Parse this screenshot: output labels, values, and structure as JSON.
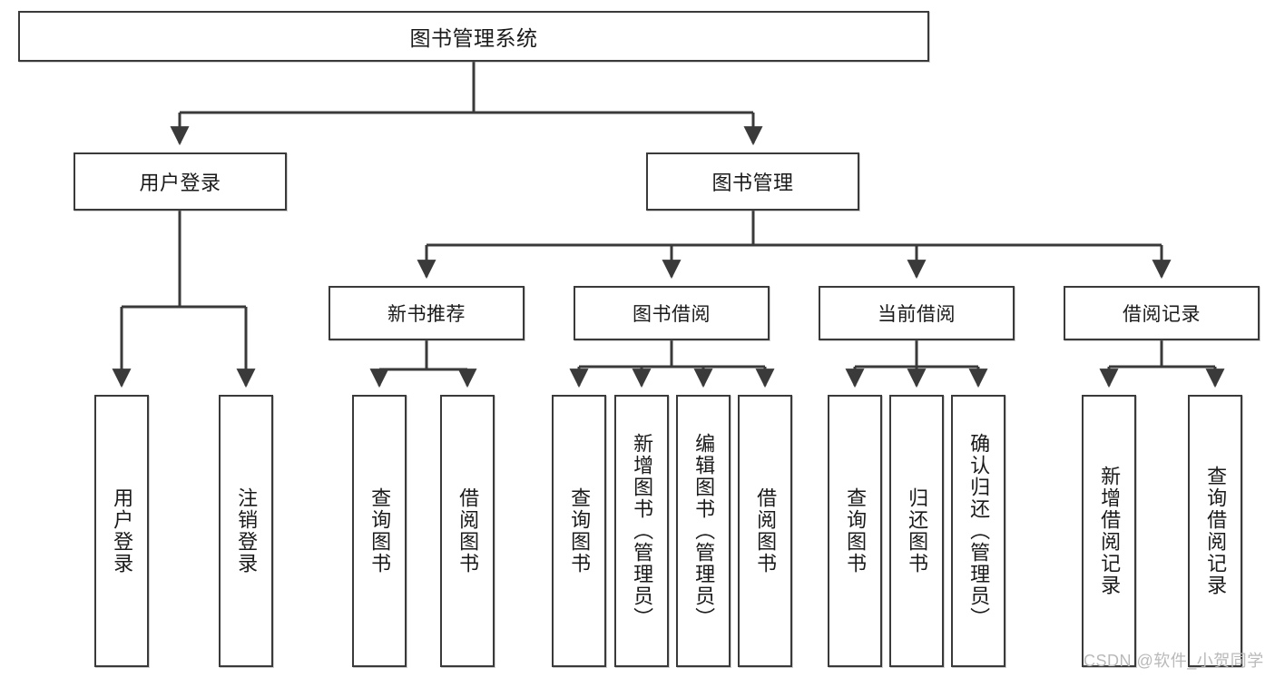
{
  "diagram": {
    "title": "图书管理系统",
    "type": "tree",
    "root": {
      "label": "图书管理系统"
    },
    "level2": [
      {
        "label": "用户登录"
      },
      {
        "label": "图书管理"
      }
    ],
    "level3": [
      {
        "label": "新书推荐"
      },
      {
        "label": "图书借阅"
      },
      {
        "label": "当前借阅"
      },
      {
        "label": "借阅记录"
      }
    ],
    "leaves": {
      "user_login": [
        {
          "label": "用户登录"
        },
        {
          "label": "注销登录"
        }
      ],
      "new_book_recommend": [
        {
          "label": "查询图书"
        },
        {
          "label": "借阅图书"
        }
      ],
      "book_borrow": [
        {
          "label": "查询图书"
        },
        {
          "label": "新增图书（管理员）"
        },
        {
          "label": "编辑图书（管理员）"
        },
        {
          "label": "借阅图书"
        }
      ],
      "current_borrow": [
        {
          "label": "查询图书"
        },
        {
          "label": "归还图书"
        },
        {
          "label": "确认归还（管理员）"
        }
      ],
      "borrow_record": [
        {
          "label": "新增借阅记录"
        },
        {
          "label": "查询借阅记录"
        }
      ]
    }
  },
  "watermark": {
    "text": "CSDN @软件_小贺同学"
  },
  "colors": {
    "border": "#3a3a3a",
    "background": "#ffffff",
    "text": "#1a1a1a",
    "watermark": "#b9b9b9"
  }
}
